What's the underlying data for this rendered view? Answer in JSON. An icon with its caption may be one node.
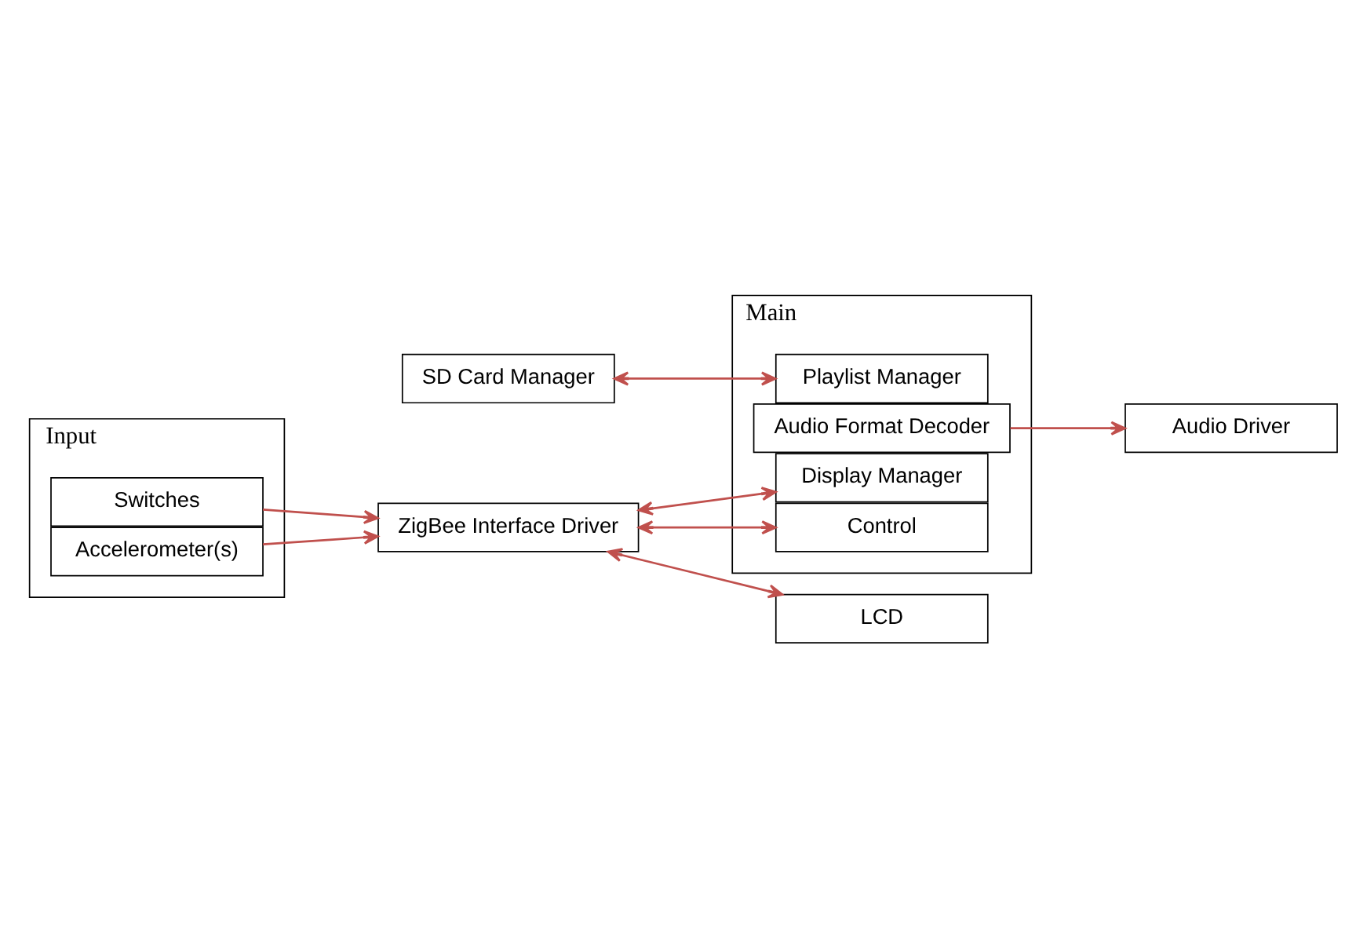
{
  "diagram": {
    "nodes": [
      {
        "text": [
          "SD Card Manager"
        ]
      },
      {
        "text": [
          "Audio Driver"
        ]
      },
      {
        "text": [
          "Main"
        ]
      },
      {
        "text": [
          "Playlist Manager"
        ],
        "in": 2
      },
      {
        "text": [
          "Audio Format Decoder"
        ],
        "in": 2
      },
      {
        "text": [
          "Display Manager"
        ],
        "in": 2
      },
      {
        "text": [
          "Control"
        ],
        "in": 2
      },
      {
        "text": [
          "Input"
        ]
      },
      {
        "text": [
          "Switches"
        ],
        "in": 7
      },
      {
        "text": [
          "Accelerometer(s)"
        ],
        "in": 7
      },
      {
        "text": [
          "LCD"
        ]
      },
      {
        "text": [
          "ZigBee Interface Driver"
        ]
      }
    ],
    "edges": [
      {
        "from": 0,
        "to": 3,
        "arrow": "both"
      },
      {
        "from": 4,
        "to": 1,
        "arrow": "to"
      },
      {
        "from": 11,
        "to": 5,
        "arrow": "both"
      },
      {
        "from": 11,
        "to": 10,
        "arrow": "both"
      },
      {
        "from": 8,
        "to": 11,
        "arrow": "to"
      },
      {
        "from": 9,
        "to": 11,
        "arrow": "to"
      },
      {
        "from": 11,
        "to": 6,
        "arrow": "both"
      }
    ]
  }
}
